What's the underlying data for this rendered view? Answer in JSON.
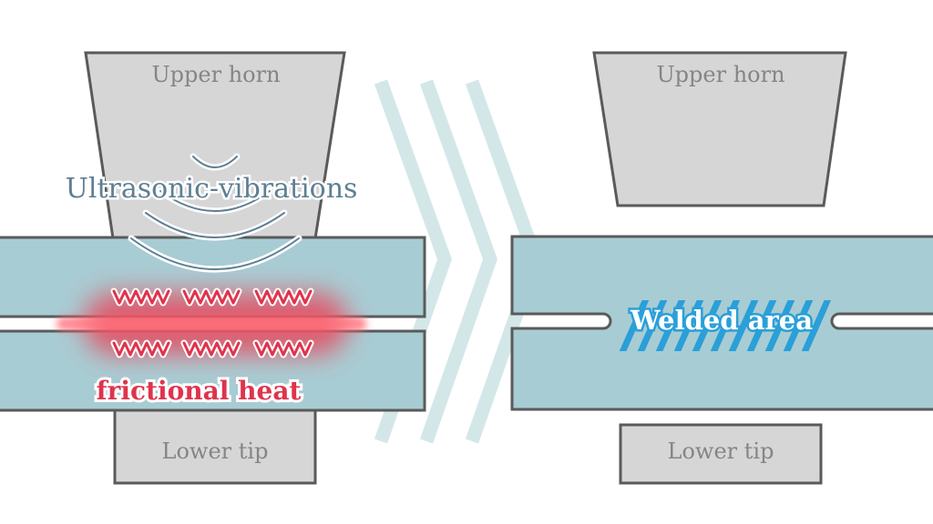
{
  "left_panel": {
    "upper_horn_label": "Upper horn",
    "vibrations_label": "Ultrasonic-vibrations",
    "heat_label": "frictional heat",
    "lower_tip_label": "Lower tip"
  },
  "right_panel": {
    "upper_horn_label": "Upper horn",
    "welded_label": "Welded area",
    "lower_tip_label": "Lower tip"
  },
  "colors": {
    "tool": "#d6d6d6",
    "outline": "#5a5a5a",
    "plate": "#a8ccd3",
    "heat": "#e64a5c",
    "weld_stripes": "#2a9fd8",
    "arrow": "#d3e7e9"
  }
}
